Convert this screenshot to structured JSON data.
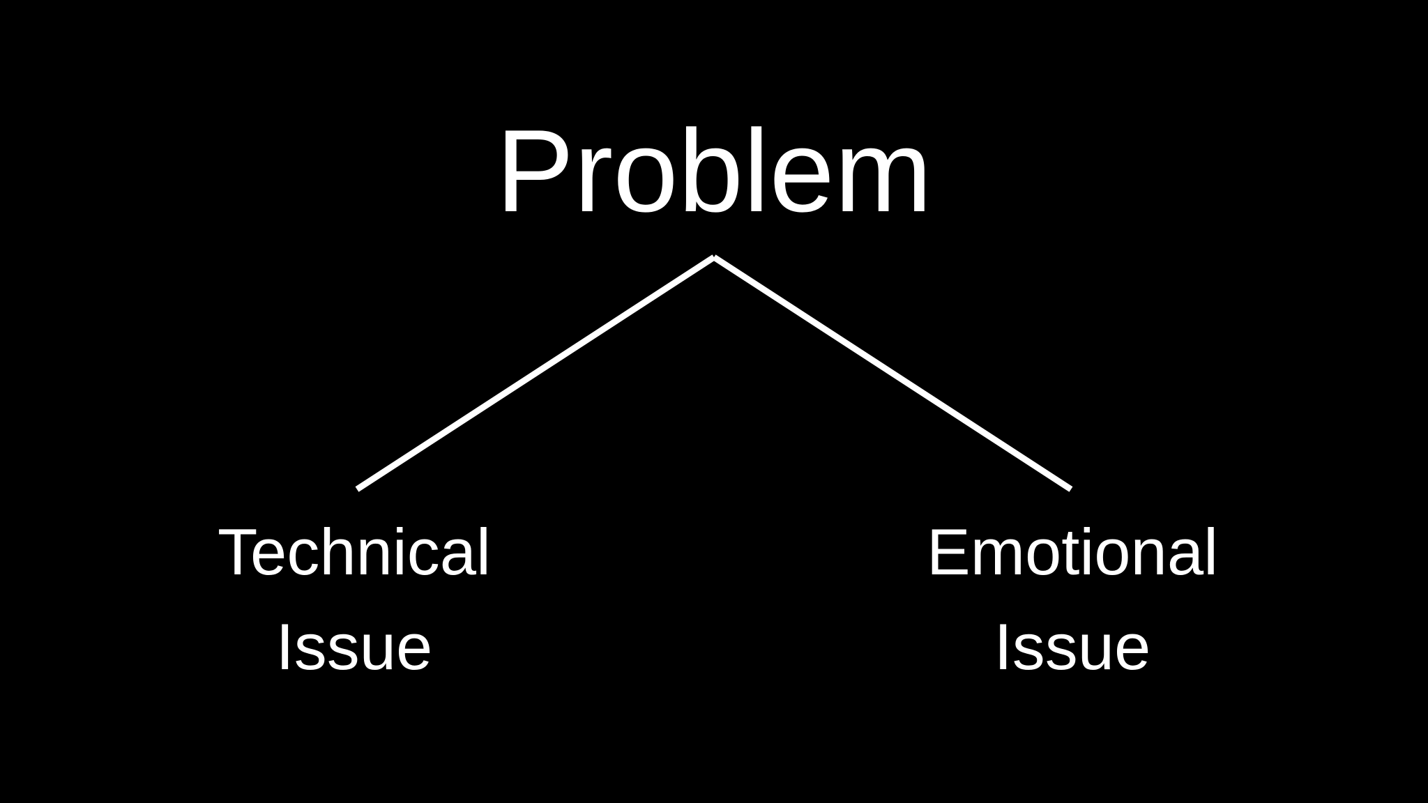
{
  "diagram": {
    "root": {
      "label": "Problem"
    },
    "branches": [
      {
        "line1": "Technical",
        "line2": "Issue"
      },
      {
        "line1": "Emotional",
        "line2": "Issue"
      }
    ]
  },
  "colors": {
    "background": "#000000",
    "text": "#ffffff",
    "line": "#ffffff"
  }
}
